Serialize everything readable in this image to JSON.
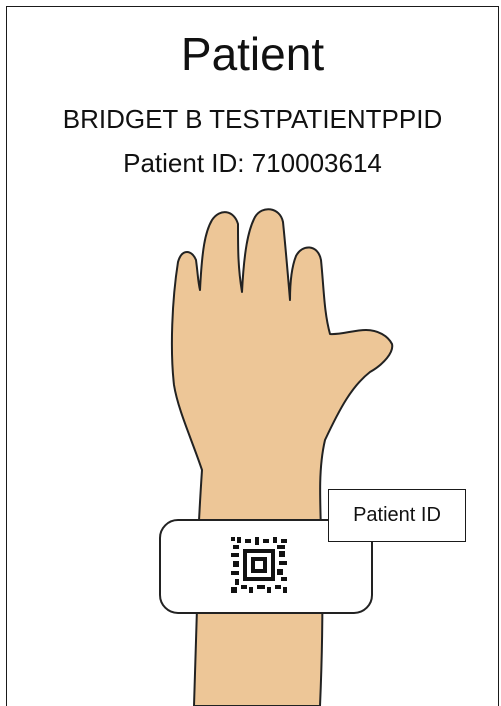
{
  "card": {
    "title": "Patient",
    "patient_name": "BRIDGET B TESTPATIENTPPID",
    "patient_id_line": "Patient ID: 710003614"
  },
  "wristband": {
    "callout_label": "Patient ID"
  },
  "colors": {
    "skin": "#EDC697",
    "outline": "#222222",
    "band": "#FFFFFF",
    "barcode": "#111111"
  },
  "icons": {
    "hand": "raised-hand-illustration",
    "barcode": "2d-barcode-icon"
  }
}
